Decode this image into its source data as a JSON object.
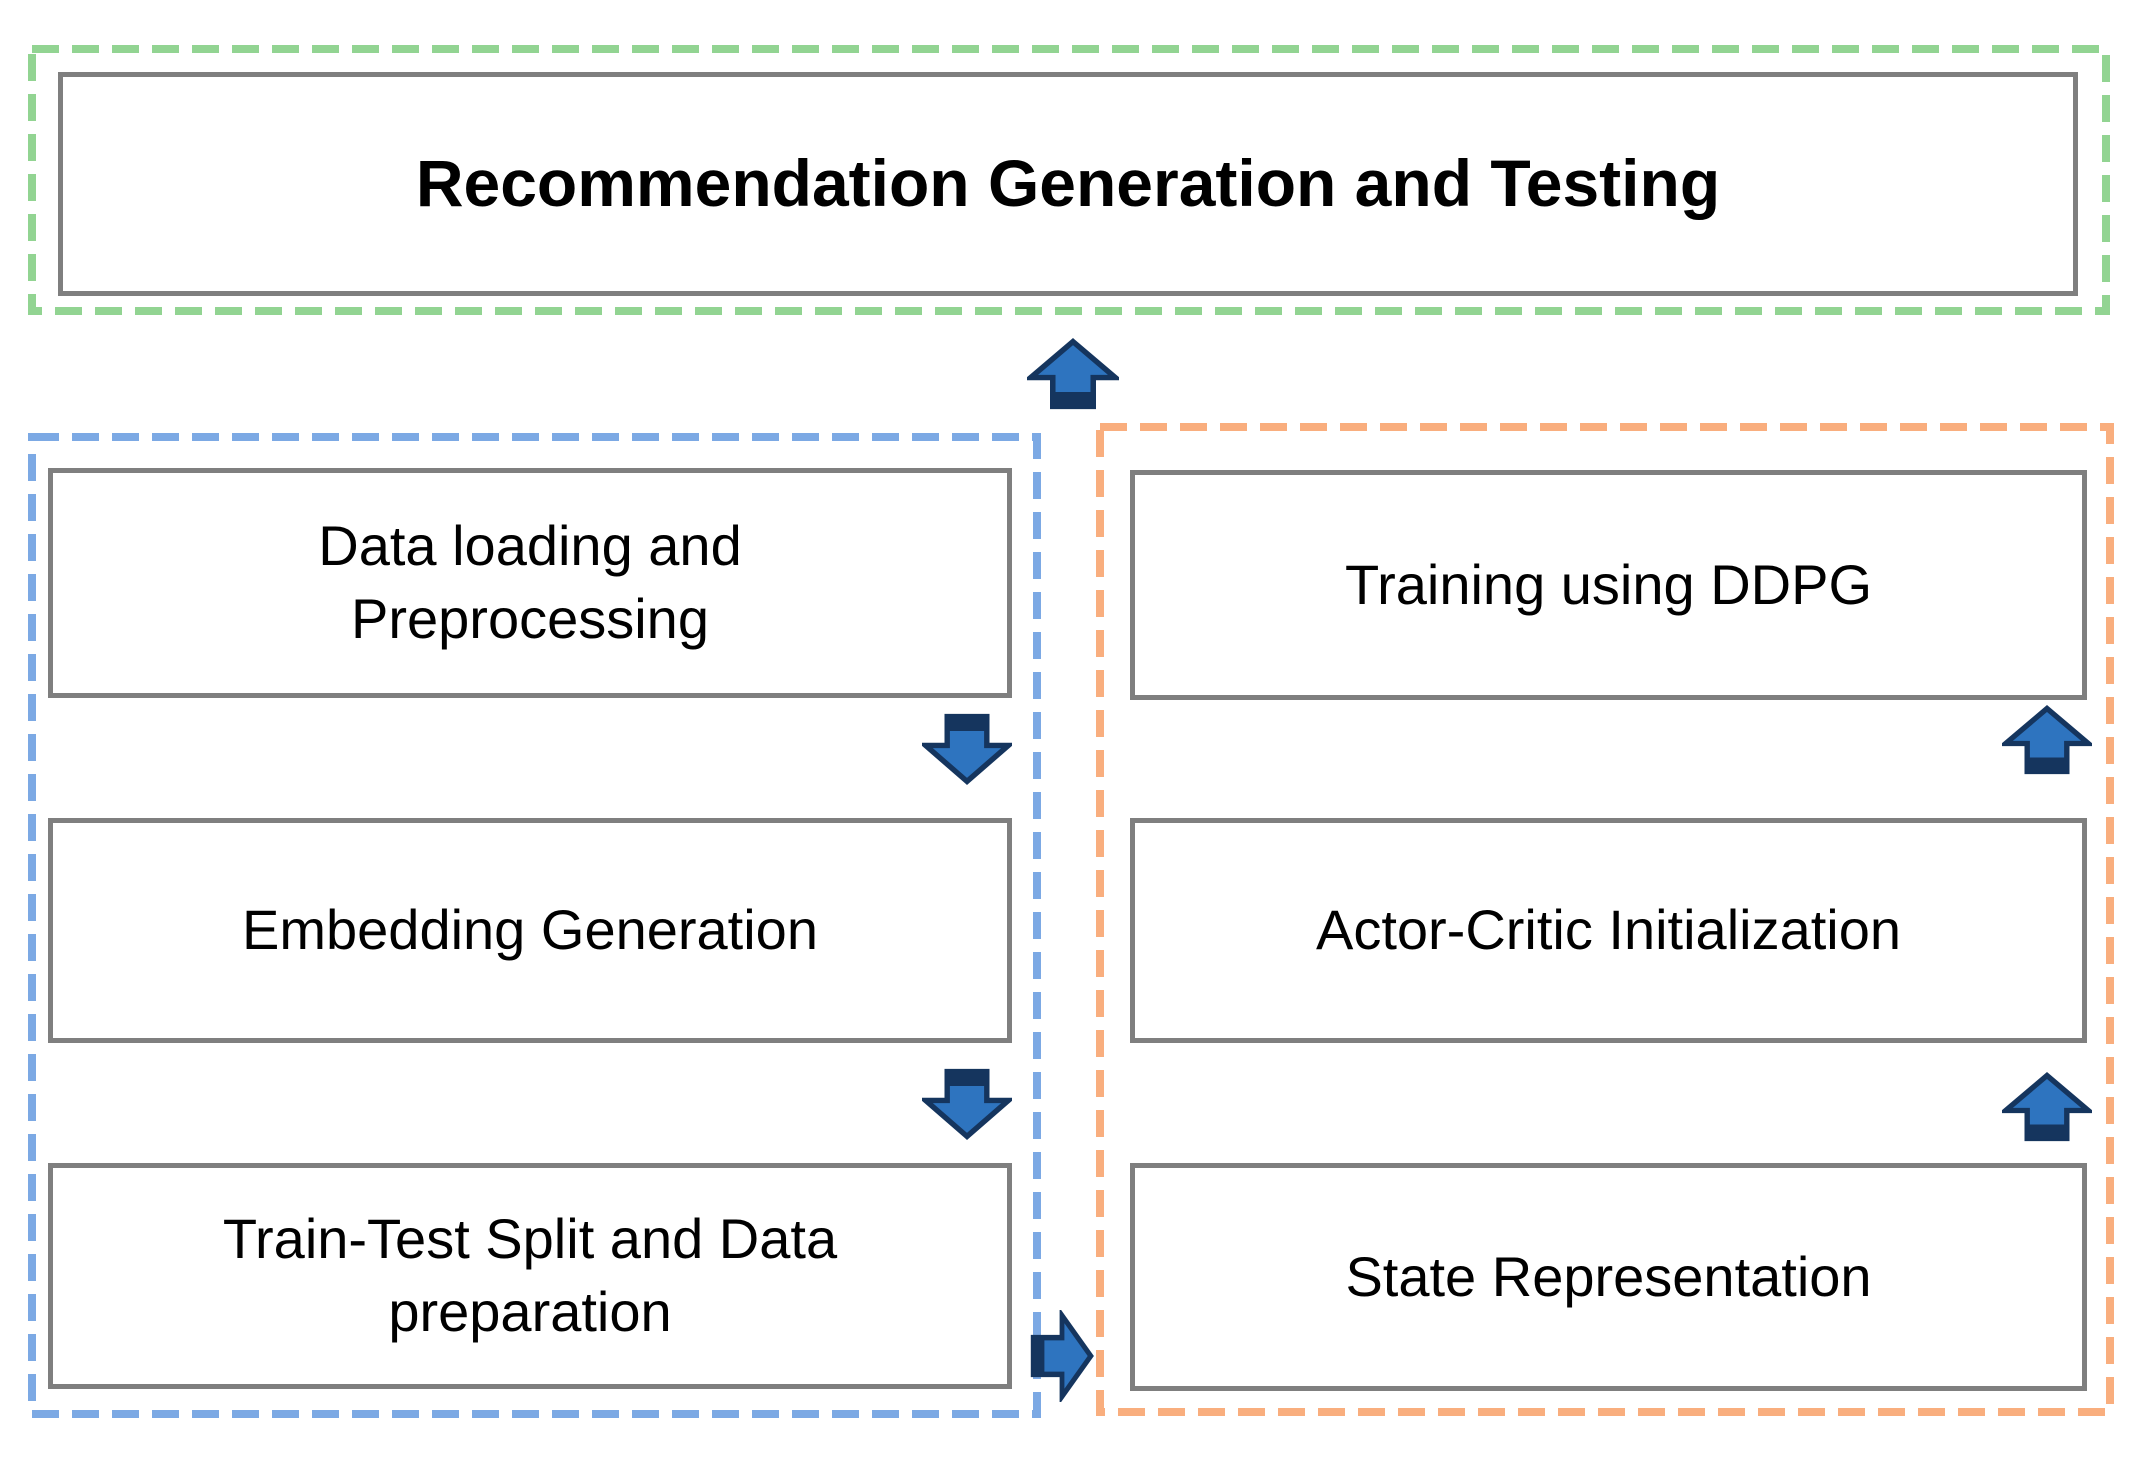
{
  "page": {
    "background": "#ffffff"
  },
  "colors": {
    "page_bg": "#ffffff",
    "green_dash": "#92d492",
    "blue_dash": "#7ca9e4",
    "orange_dash": "#f9ae7e",
    "box_border": "#7f7f7f",
    "box_fill": "#ffffff",
    "text": "#000000",
    "arrow_blue": "#2e74bf",
    "arrow_navy": "#15355e"
  },
  "top_section": {
    "title": "Recommendation Generation and Testing"
  },
  "left_section": {
    "boxes": [
      {
        "label": "Data loading and Preprocessing"
      },
      {
        "label": "Embedding Generation"
      },
      {
        "label": "Train-Test Split and Data preparation"
      }
    ]
  },
  "right_section": {
    "boxes": [
      {
        "label": "Training using DDPG"
      },
      {
        "label": "Actor-Critic Initialization"
      },
      {
        "label": "State Representation"
      }
    ]
  },
  "icons": {
    "main_up_arrow": "block-arrow-up",
    "left_down_arrows": "block-arrow-down",
    "right_up_arrows": "block-arrow-up",
    "bottom_right_arrow": "block-arrow-right"
  }
}
